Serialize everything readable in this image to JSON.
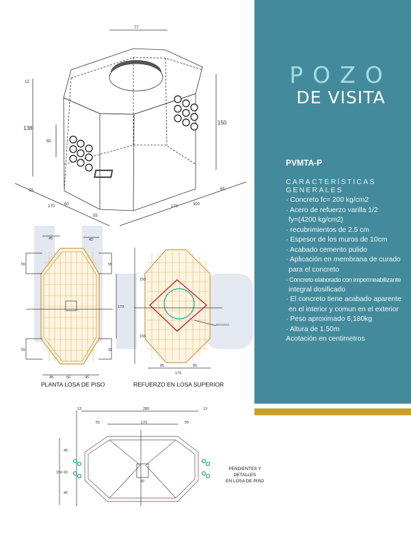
{
  "title": {
    "line1": "POZO",
    "line2": "DE VISITA"
  },
  "product_code": "PVMTA-P",
  "section_heading": "CARACTERÍSTICAS GENERALES",
  "features": [
    "· Concreto fc= 200 kg/cm2",
    "· Acero de refuerzo varilla 1/2",
    "  fy=(4200 kg/cm2)",
    "· recubrimientos de 2.5 cm",
    "· Espesor de los muros de 10cm",
    "· Acabado cemento pulido",
    "· Aplicación en membrana de curado",
    "  para el concreto",
    "· Concreto elaborado con impermeabilizante",
    "  integral dosificado",
    "· El concreto tiene acabado aparente",
    "  en el interior y comun en el exterior",
    "· Peso aproximado 6,180kg",
    "· Altura de 1.50m"
  ],
  "units_note": "Acotación en centimetros",
  "iso": {
    "top": "77",
    "left_h": "138",
    "right_h": "150",
    "top_t": "12",
    "holes": "60",
    "b1": "55",
    "b2": "170",
    "b3": "60",
    "b4": "55",
    "b5": "170",
    "b6": "300",
    "b7": "65"
  },
  "plan_floor": {
    "caption": "PLANTA LOSA DE PISO",
    "d45a": "45",
    "d45b": "45",
    "d55a": "55",
    "d55b": "55",
    "d55c": "55",
    "d55d": "55",
    "d170": "170",
    "b45a": "45",
    "b60": "60",
    "b45b": "45"
  },
  "plan_top": {
    "caption": "REFUERZO EN LOSA SUPERIOR",
    "d150a": "150",
    "d150b": "150",
    "d85a": "85",
    "d85b": "85",
    "d170": "170"
  },
  "section": {
    "caption_line1": "PENDIENTES Y DETALLES",
    "caption_line2": "EN LOSA DE PISO",
    "d13a": "13",
    "d280": "280",
    "d13b": "13",
    "d55a": "55",
    "d170": "170",
    "d55b": "55",
    "d150": "150",
    "d45a": "45",
    "d60": "60",
    "d45b": "45",
    "d30": "30"
  },
  "colors": {
    "panel": "#438b9c",
    "title_accent": "#a6dbe6",
    "gold": "#c9a02c",
    "rebar": "#e3b85a",
    "red": "#c0282e",
    "teal_circle": "#2aa89a"
  }
}
